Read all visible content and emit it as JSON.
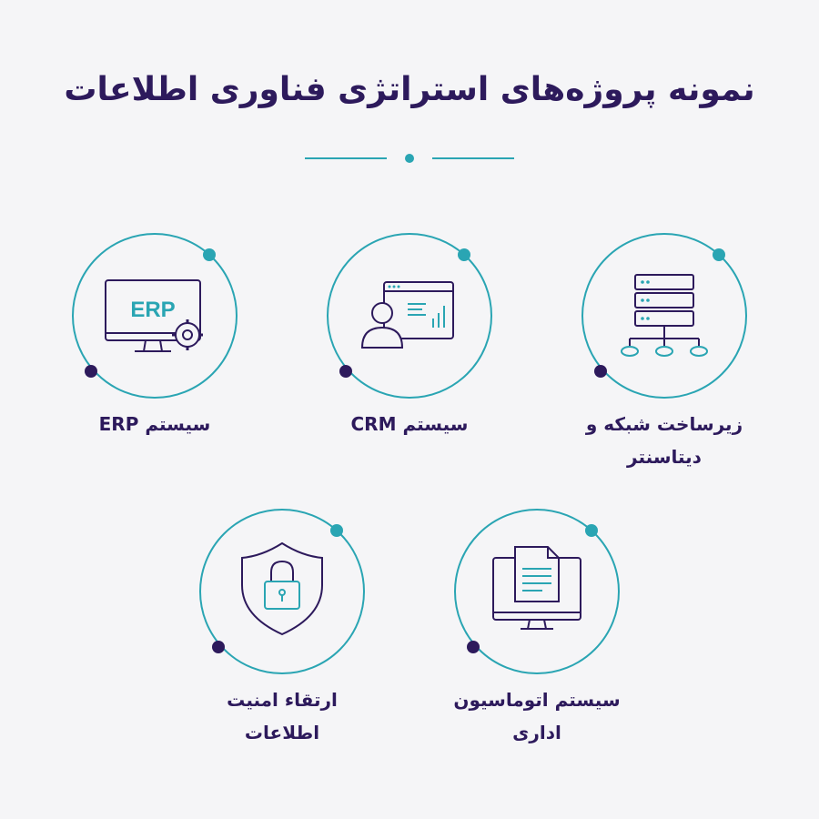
{
  "page": {
    "title": "نمونه پروژه‌های استراتژی فناوری اطلاعات"
  },
  "colors": {
    "primary": "#2d1a5c",
    "accent": "#2aa5b3",
    "background": "#f5f5f7"
  },
  "cards": [
    {
      "id": "network",
      "label_line1": "زیرساخت شبکه و",
      "label_line2": "دیتاسنتر",
      "icon": "server-network-icon"
    },
    {
      "id": "crm",
      "label_line1": "سیستم CRM",
      "label_line2": "",
      "icon": "crm-dashboard-icon"
    },
    {
      "id": "erp",
      "label_line1": "سیستم ERP",
      "label_line2": "",
      "icon": "erp-monitor-icon",
      "icon_text": "ERP"
    },
    {
      "id": "automation",
      "label_line1": "سیستم اتوماسیون",
      "label_line2": "اداری",
      "icon": "document-monitor-icon"
    },
    {
      "id": "security",
      "label_line1": "ارتقاء امنیت",
      "label_line2": "اطلاعات",
      "icon": "shield-lock-icon"
    }
  ]
}
